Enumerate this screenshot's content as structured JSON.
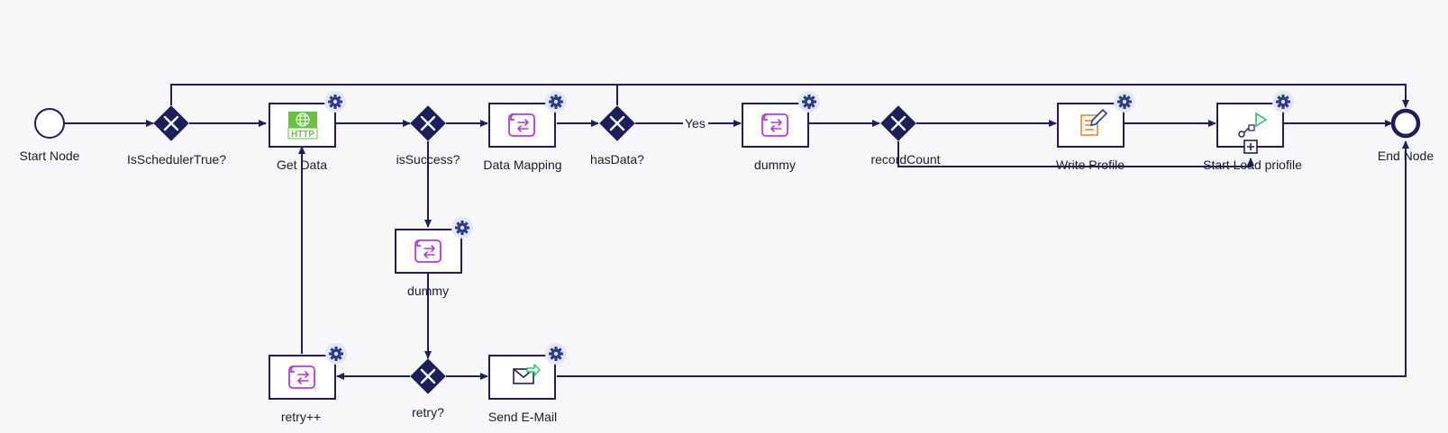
{
  "nodes": {
    "start": "Start Node",
    "is_scheduler": "IsSchedulerTrue?",
    "get_data": "Get Data",
    "get_data_icon_text": "HTTP",
    "is_success": "isSuccess?",
    "data_mapping": "Data Mapping",
    "has_data": "hasData?",
    "dummy_top": "dummy",
    "record_count": "recordCount",
    "write_profile": "Write Profile",
    "start_load": "Start Load priofile",
    "end": "End Node",
    "dummy_mid": "dummy",
    "retry_inc": "retry++",
    "retry_q": "retry?",
    "send_email": "Send E-Mail"
  },
  "edges": {
    "yes_label": "Yes"
  },
  "colors": {
    "edge": "#1c1f5a",
    "background": "#f7f7fa",
    "script_icon": "#b63bd6",
    "http_icon": "#6abf45",
    "write_icon": "#e08a2e",
    "start_load_play": "#2fbf71",
    "mail_arrow": "#2fbf71",
    "gear": "#2a3a8c"
  },
  "icons": {
    "get_data": "http-icon",
    "data_mapping": "script-icon",
    "dummy_top": "script-icon",
    "dummy_mid": "script-icon",
    "retry_inc": "script-icon",
    "write_profile": "write-profile-icon",
    "start_load": "start-subflow-icon",
    "send_email": "mail-send-icon",
    "settings": "gear-icon"
  }
}
